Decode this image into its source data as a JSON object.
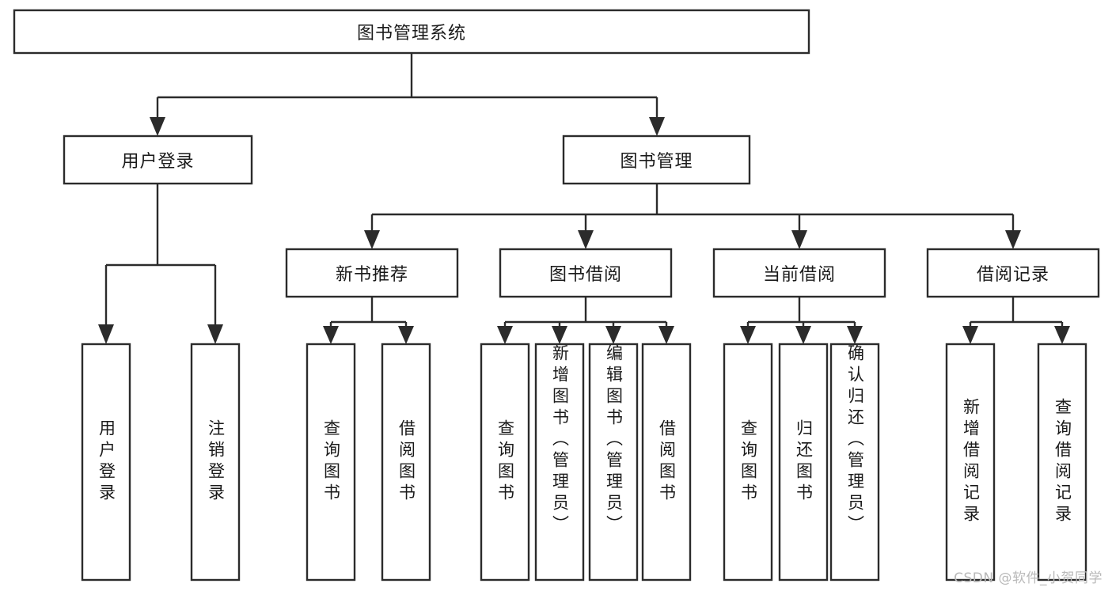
{
  "diagram": {
    "title": "图书管理系统",
    "type": "tree-hierarchy",
    "watermark": "CSDN @软件_小贺同学",
    "colors": {
      "stroke": "#2b2b2b",
      "fill": "#ffffff",
      "text": "#1a1a1a",
      "watermark": "#b9b9b9"
    },
    "root": {
      "label": "图书管理系统"
    },
    "level1": [
      {
        "label": "用户登录"
      },
      {
        "label": "图书管理"
      }
    ],
    "level2": [
      {
        "label": "新书推荐"
      },
      {
        "label": "图书借阅"
      },
      {
        "label": "当前借阅"
      },
      {
        "label": "借阅记录"
      }
    ],
    "leaves": {
      "user_login": [
        {
          "label": "用户登录"
        },
        {
          "label": "注销登录"
        }
      ],
      "new_book_recommend": [
        {
          "label": "查询图书"
        },
        {
          "label": "借阅图书"
        }
      ],
      "book_borrow": [
        {
          "label": "查询图书"
        },
        {
          "label": "新增图书（管理员）"
        },
        {
          "label": "编辑图书（管理员）"
        },
        {
          "label": "借阅图书"
        }
      ],
      "current_borrow": [
        {
          "label": "查询图书"
        },
        {
          "label": "归还图书"
        },
        {
          "label": "确认归还（管理员）"
        }
      ],
      "borrow_records": [
        {
          "label": "新增借阅记录"
        },
        {
          "label": "查询借阅记录"
        }
      ]
    }
  }
}
